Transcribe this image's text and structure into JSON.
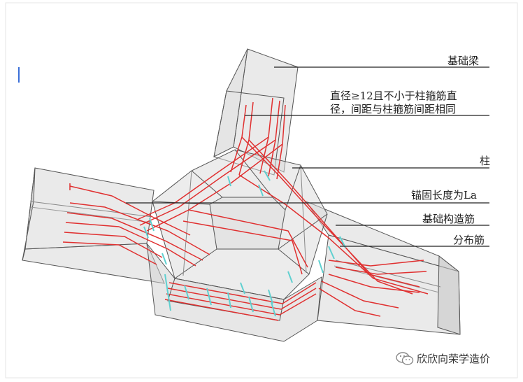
{
  "labels": {
    "foundation_beam": "基础梁",
    "rebar_note_line1": "直径≥12且不小于柱箍筋直",
    "rebar_note_line2": "径，间距与柱箍筋间距相同",
    "column": "柱",
    "anchorage": "锚固长度为La",
    "structural_rebar": "基础构造筋",
    "distribution_rebar": "分布筋"
  },
  "watermark": {
    "text": "欣欣向荣学造价",
    "icon": "wechat-icon"
  },
  "colors": {
    "rebar_main": "#e03030",
    "rebar_distribution": "#5fd0d0",
    "concrete_edge": "#555555",
    "concrete_fill": "#d6d6d6",
    "leader_line": "#222222"
  }
}
